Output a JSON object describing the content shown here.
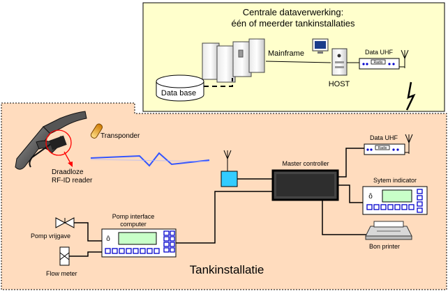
{
  "central": {
    "title_line1": "Centrale dataverwerking:",
    "title_line2": "één of meerder tankinstallaties",
    "database": "Data base",
    "mainframe": "Mainframe",
    "host": "HOST",
    "data_uhf": "Data UHF",
    "radio": "Radio"
  },
  "site": {
    "title": "Tankinstallatie",
    "transponder": "Transponder",
    "reader_line1": "Draadloze",
    "reader_line2": "RF-ID reader",
    "master": "Master controller",
    "data_uhf": "Data UHF",
    "radio": "Radio",
    "system_indicator": "Sytem indicator",
    "bon_printer": "Bon printer",
    "pump_computer_line1": "Pomp interface",
    "pump_computer_line2": "computer",
    "pump_release": "Pomp vrijgave",
    "flow_meter": "Flow meter"
  },
  "colors": {
    "central_bg": "#ffffcc",
    "site_bg": "#ffdcbe",
    "panel_screen": "#c8ffc8",
    "key_blue": "#0000cc",
    "antenna_box": "#33ccff",
    "rf_wave": "#3355ff",
    "reader_ring": "#ff0000"
  }
}
